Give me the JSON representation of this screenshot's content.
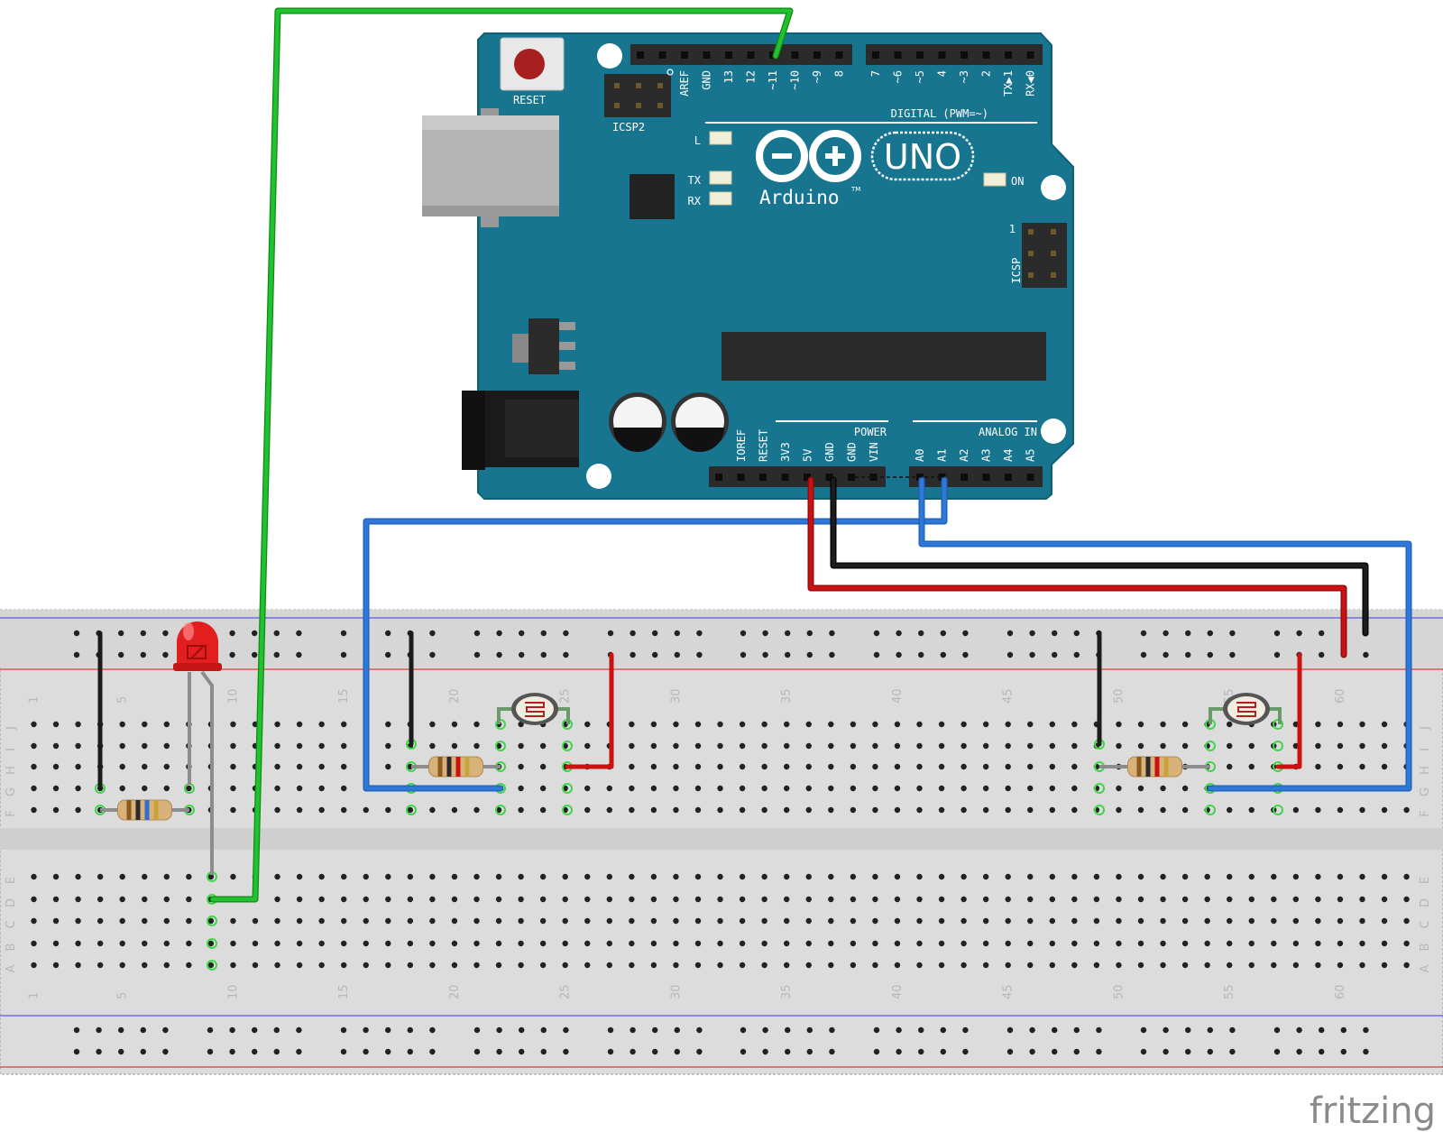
{
  "colors": {
    "board": "#17758f",
    "board_edge": "#0f5f75",
    "header": "#2b2b2b",
    "breadboard": "#dcdcdc",
    "wire_green": "#22c22e",
    "wire_blue": "#2f78d8",
    "wire_red": "#cc1111",
    "wire_black": "#1c1c1c",
    "led": "#e31e1e",
    "rail_red": "#e33",
    "rail_blue": "#55d"
  },
  "arduino": {
    "reset_label": "RESET",
    "icsp2_label": "ICSP2",
    "icsp_label": "ICSP",
    "icsp_pin1": "1",
    "digital_label": "DIGITAL (PWM=~)",
    "brand": "Arduino",
    "tm": "TM",
    "model": "UNO",
    "led_l": "L",
    "led_tx": "TX",
    "led_rx": "RX",
    "led_on": "ON",
    "power_label": "POWER",
    "analog_label": "ANALOG IN",
    "digital_pins_left": [
      "AREF",
      "GND",
      "13",
      "12",
      "~11",
      "~10",
      "~9",
      "8"
    ],
    "digital_pins_right": [
      "7",
      "~6",
      "~5",
      "4",
      "~3",
      "2",
      "TX▶1",
      "RX◀0"
    ],
    "power_pins": [
      "IOREF",
      "RESET",
      "3V3",
      "5V",
      "GND",
      "GND",
      "VIN"
    ],
    "analog_pins": [
      "A0",
      "A1",
      "A2",
      "A3",
      "A4",
      "A5"
    ]
  },
  "breadboard": {
    "column_numbers": [
      "1",
      "5",
      "10",
      "15",
      "20",
      "25",
      "30",
      "35",
      "40",
      "45",
      "50",
      "55",
      "60"
    ],
    "top_row_letters": [
      "J",
      "I",
      "H",
      "G",
      "F"
    ],
    "bottom_row_letters": [
      "E",
      "D",
      "C",
      "B",
      "A"
    ]
  },
  "watermark": "fritzing"
}
